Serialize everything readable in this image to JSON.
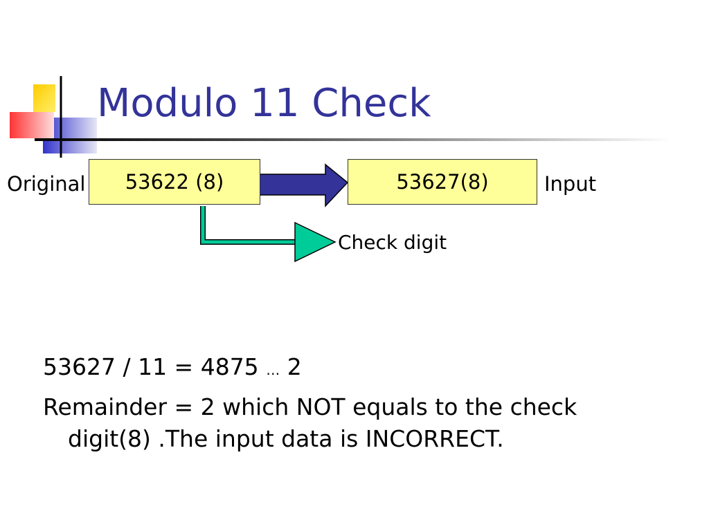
{
  "slide": {
    "title": "Modulo 11 Check",
    "label_original": "Original",
    "label_input": "Input",
    "box_original": "53622 (8)",
    "box_input": "53627(8)",
    "label_check_digit": "Check digit",
    "calc_lhs": "53627 / 11 = 4875",
    "calc_ellipsis": "…",
    "calc_rhs": "2",
    "result_line1": "Remainder = 2 which NOT equals to the check",
    "result_line2": "digit(8) .The input data is INCORRECT."
  },
  "colors": {
    "title": "#333399",
    "box_fill": "#ffff99",
    "arrow_blue": "#333399",
    "arrow_green": "#00cc99"
  },
  "icons": [
    "decorative-squares-icon",
    "arrow-right-icon",
    "arrow-right-icon"
  ]
}
